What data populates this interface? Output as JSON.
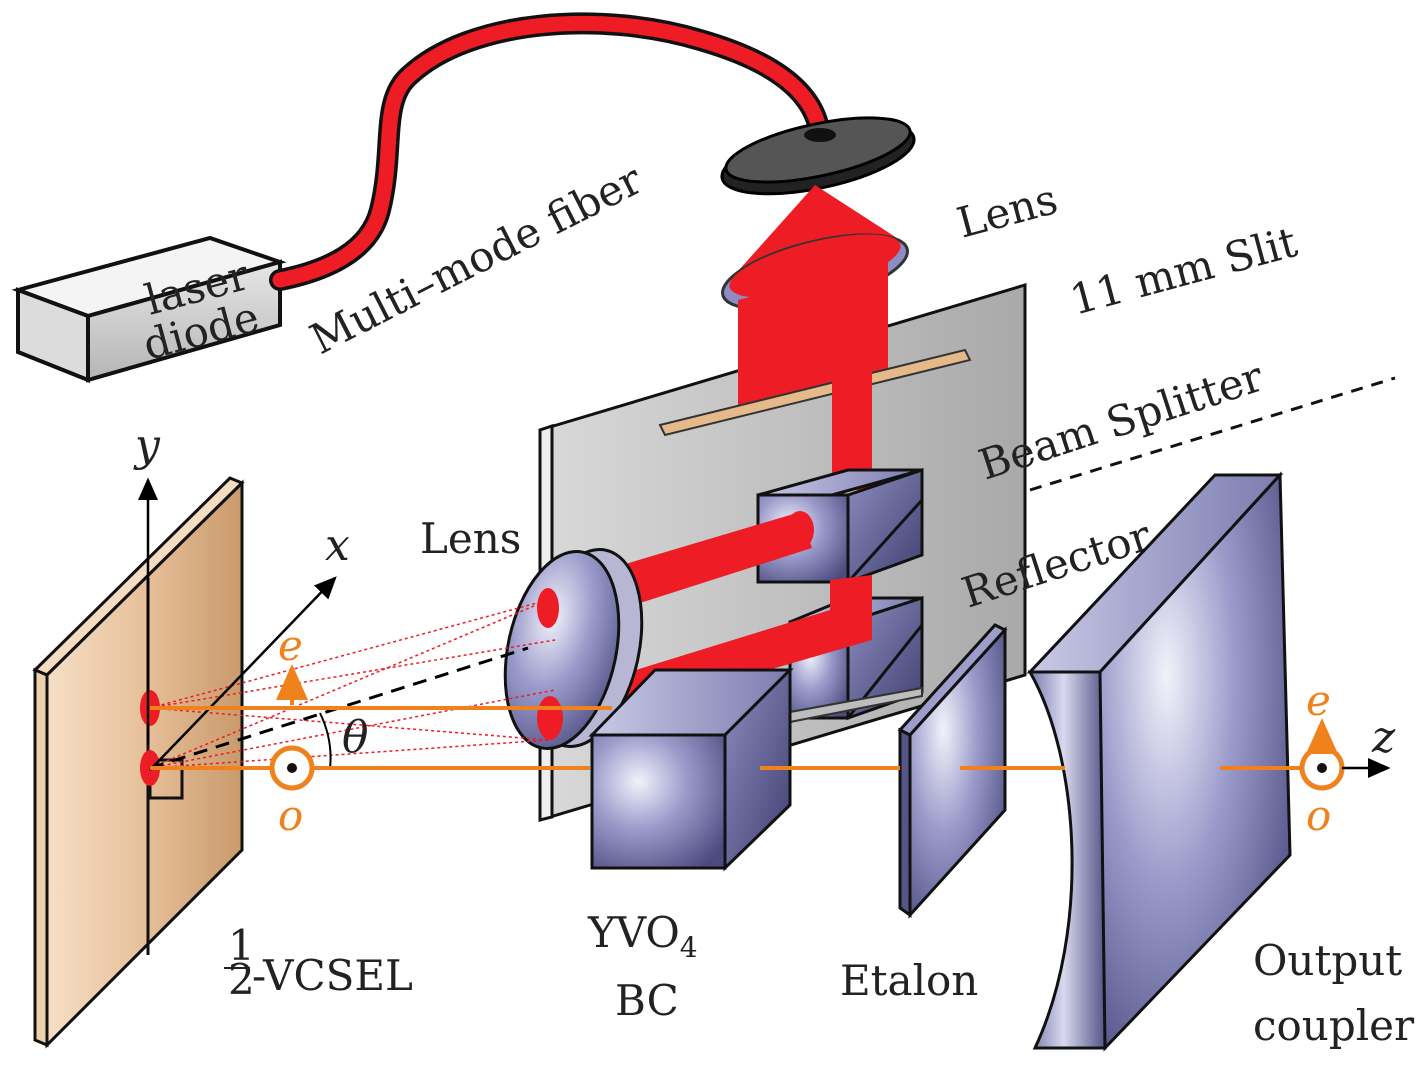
{
  "labels": {
    "laser_diode_line1": "laser",
    "laser_diode_line2": "diode",
    "multimode_fiber": "Multi–mode fiber",
    "lens_top": "Lens",
    "slit": "11 mm Slit",
    "beam_splitter": "Beam Splitter",
    "lens_left": "Lens",
    "reflector": "Reflector",
    "vcsel_frac_num": "1",
    "vcsel_frac_den": "2",
    "vcsel": "-VCSEL",
    "yvo4": "YVO",
    "yvo4_sub": "4",
    "bc": "BC",
    "etalon": "Etalon",
    "output_line1": "Output",
    "output_line2": "coupler"
  },
  "axes": {
    "y": "y",
    "x": "x",
    "z": "z",
    "theta": "θ",
    "e_left": "e",
    "o_left": "o",
    "e_right": "e",
    "o_right": "o"
  },
  "colors": {
    "beam_red": "#ee1c25",
    "beam_orange": "#f0821e",
    "vcsel_tan": "#e8c39b",
    "optic_blue": "#6f6fa8",
    "plate_gray": "#c8c8c8"
  }
}
